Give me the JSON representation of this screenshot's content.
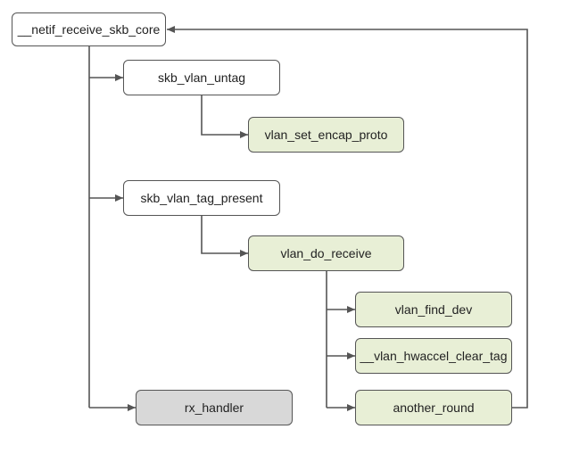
{
  "diagram": {
    "colors": {
      "line": "#555555",
      "node_white": "#ffffff",
      "node_green": "#e8efd6",
      "node_gray": "#d8d8d8"
    },
    "nodes": {
      "netif_receive_skb_core": "__netif_receive_skb_core",
      "skb_vlan_untag": "skb_vlan_untag",
      "vlan_set_encap_proto": "vlan_set_encap_proto",
      "skb_vlan_tag_present": "skb_vlan_tag_present",
      "vlan_do_receive": "vlan_do_receive",
      "vlan_find_dev": "vlan_find_dev",
      "vlan_hwaccel_clear_tag": "__vlan_hwaccel_clear_tag",
      "another_round": "another_round",
      "rx_handler": "rx_handler"
    }
  }
}
